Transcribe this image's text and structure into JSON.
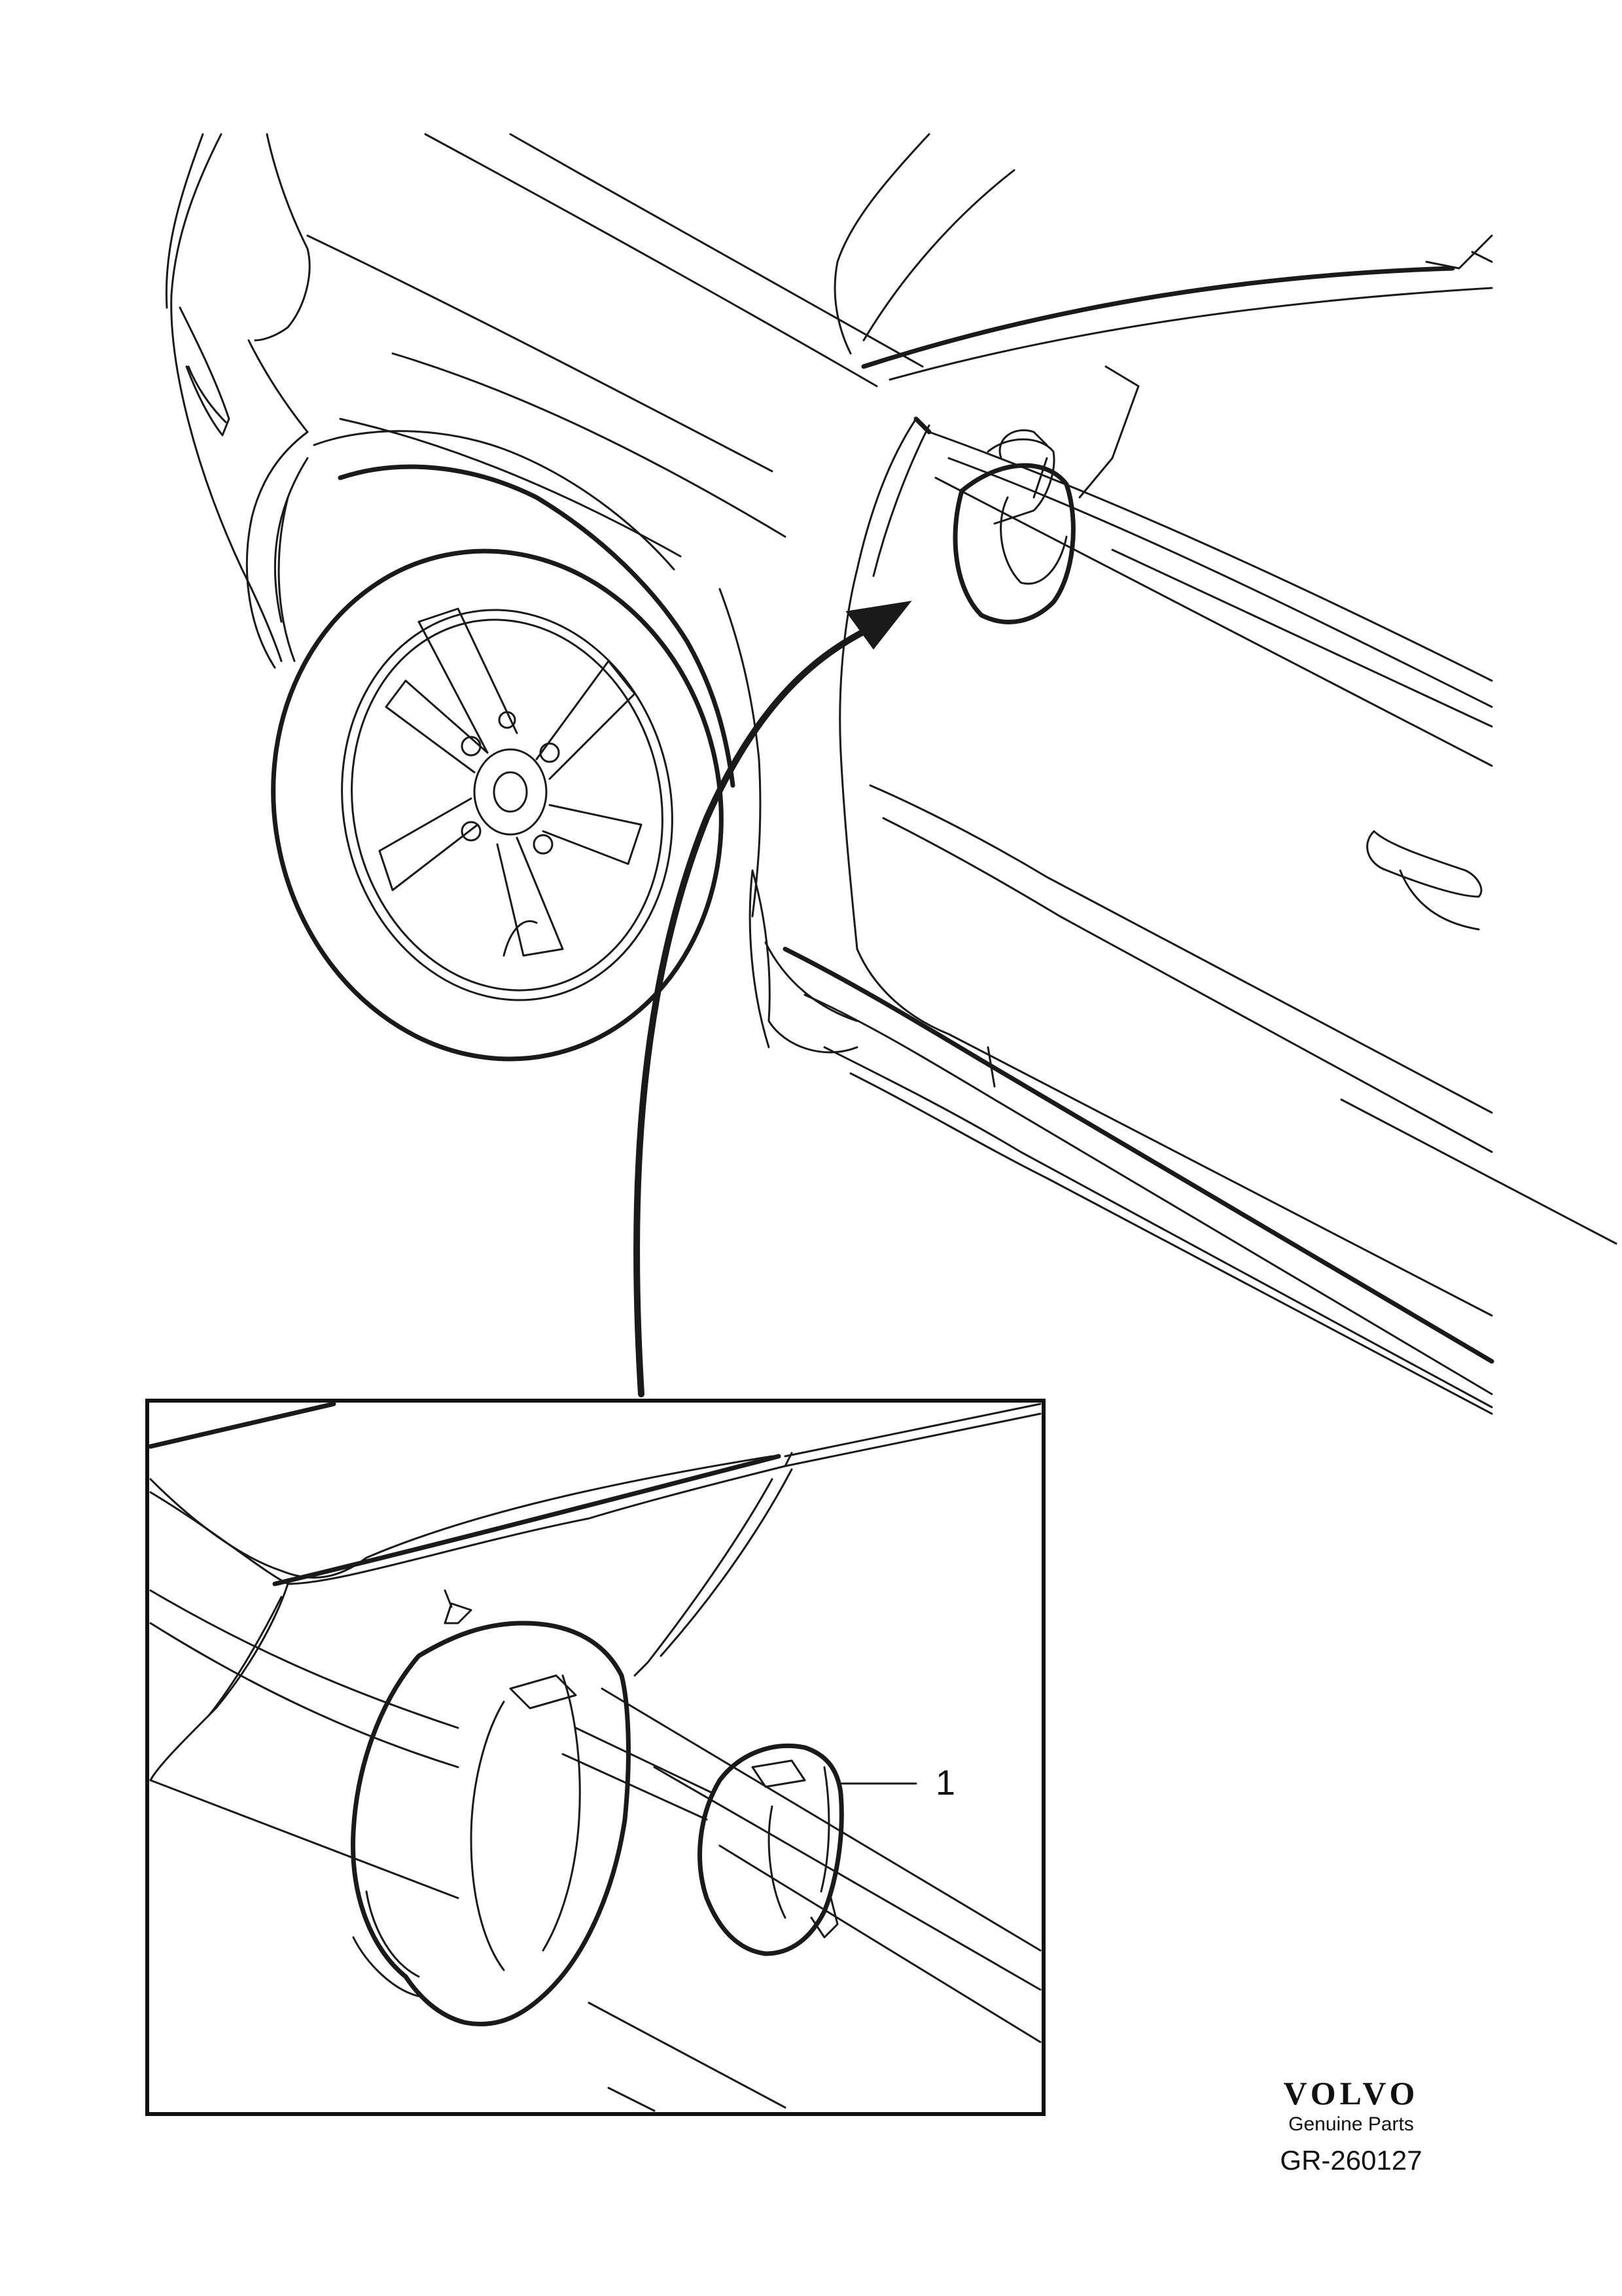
{
  "callouts": [
    {
      "label": "1"
    }
  ],
  "brand": {
    "logo_text": "VOLVO",
    "subtitle": "Genuine Parts",
    "figure_code": "GR-260127"
  }
}
